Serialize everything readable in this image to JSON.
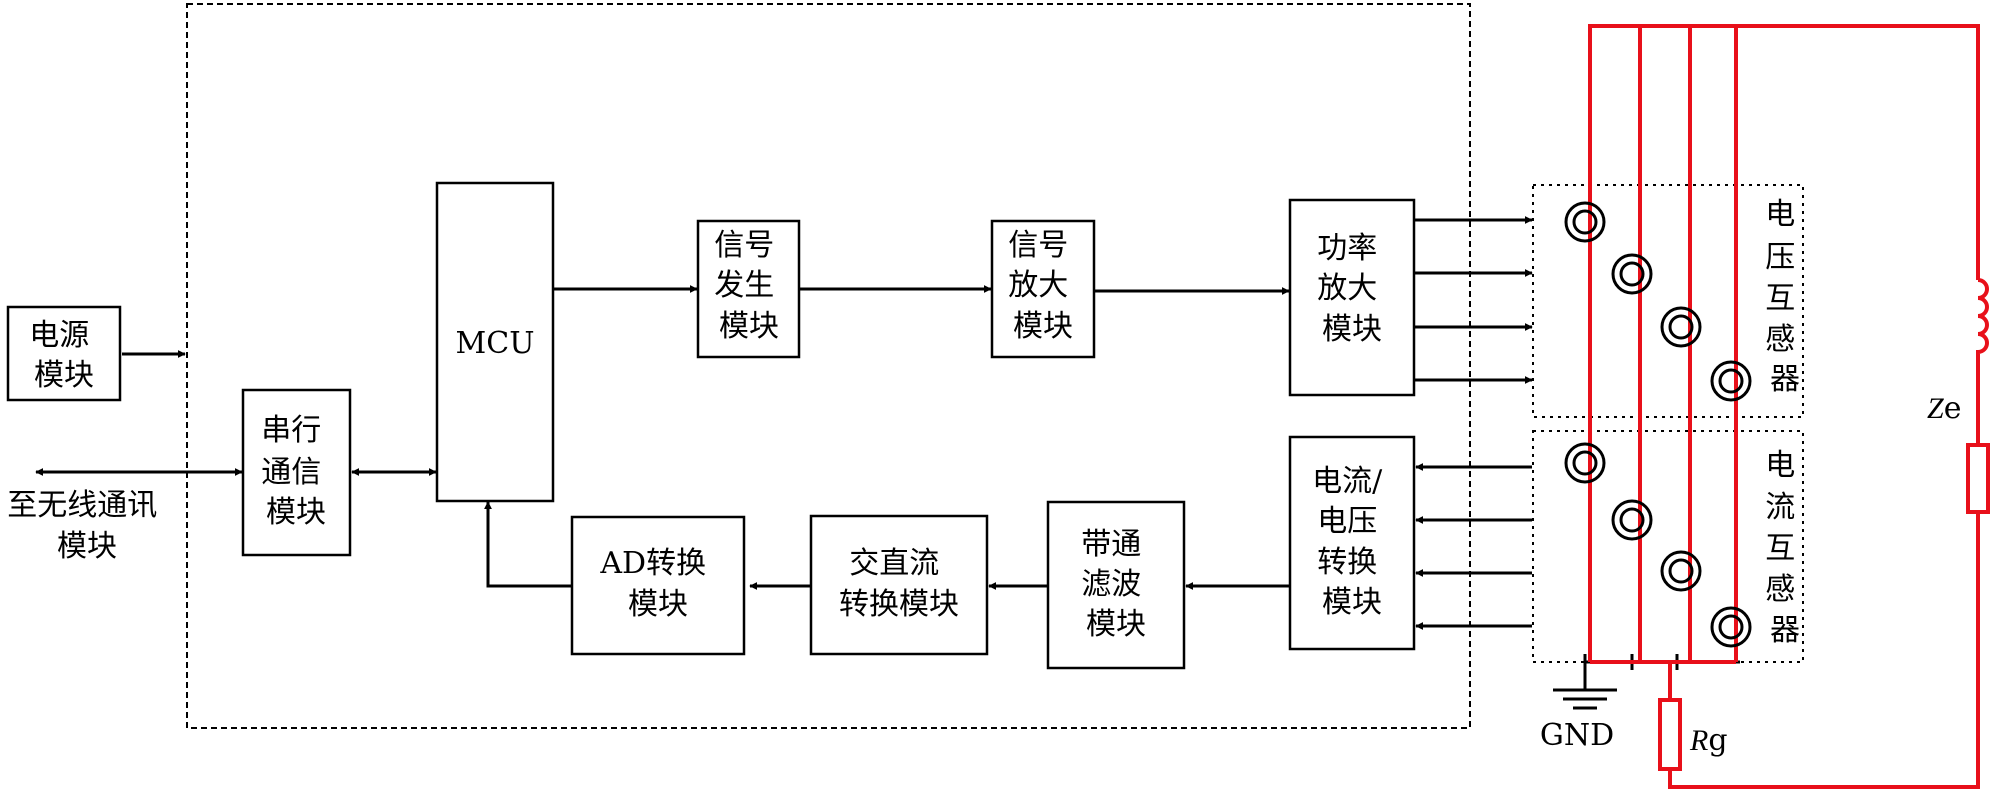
{
  "blocks": {
    "power": [
      "电源",
      "模块"
    ],
    "wireless": [
      "至无线通讯",
      "模块"
    ],
    "serial": [
      "串行",
      "通信",
      "模块"
    ],
    "mcu": "MCU",
    "sig_gen": [
      "信号",
      "发生",
      "模块"
    ],
    "sig_amp": [
      "信号",
      "放大",
      "模块"
    ],
    "pow_amp": [
      "功率",
      "放大",
      "模块"
    ],
    "iv_conv": [
      "电流/",
      "电压",
      "转换",
      "模块"
    ],
    "bandpass": [
      "带通",
      "滤波",
      "模块"
    ],
    "acdc": [
      "交直流",
      "转换模块"
    ],
    "ad": [
      "AD转换",
      "模块"
    ]
  },
  "transformers": {
    "vt": [
      "电",
      "压",
      "互",
      "感",
      "器"
    ],
    "ct": [
      "电",
      "流",
      "互",
      "感",
      "器"
    ]
  },
  "labels": {
    "gnd": "GND",
    "ze": "Ze",
    "ze_italic": "Z",
    "ze_sub": "e",
    "rg_italic": "R",
    "rg_sub": "g"
  },
  "colors": {
    "line": "#000000",
    "circuit": "#e8101a"
  }
}
